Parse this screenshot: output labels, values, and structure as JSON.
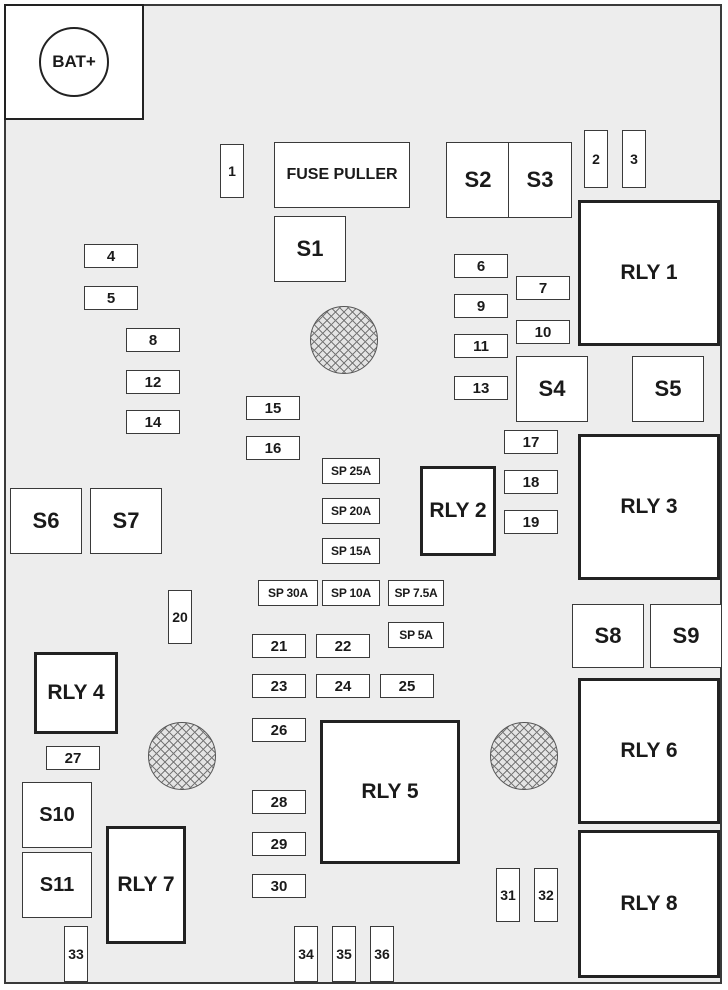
{
  "battery": "BAT+",
  "fuse_puller": "FUSE PULLER",
  "fuses": {
    "f1": "1",
    "f2": "2",
    "f3": "3",
    "f4": "4",
    "f5": "5",
    "f6": "6",
    "f7": "7",
    "f8": "8",
    "f9": "9",
    "f10": "10",
    "f11": "11",
    "f12": "12",
    "f13": "13",
    "f14": "14",
    "f15": "15",
    "f16": "16",
    "f17": "17",
    "f18": "18",
    "f19": "19",
    "f20": "20",
    "f21": "21",
    "f22": "22",
    "f23": "23",
    "f24": "24",
    "f25": "25",
    "f26": "26",
    "f27": "27",
    "f28": "28",
    "f29": "29",
    "f30": "30",
    "f31": "31",
    "f32": "32",
    "f33": "33",
    "f34": "34",
    "f35": "35",
    "f36": "36"
  },
  "spares": {
    "sp25": "SP 25A",
    "sp20": "SP 20A",
    "sp15": "SP 15A",
    "sp30": "SP 30A",
    "sp10": "SP 10A",
    "sp75": "SP 7.5A",
    "sp5": "SP 5A"
  },
  "splices": {
    "s1": "S1",
    "s2": "S2",
    "s3": "S3",
    "s4": "S4",
    "s5": "S5",
    "s6": "S6",
    "s7": "S7",
    "s8": "S8",
    "s9": "S9",
    "s10": "S10",
    "s11": "S11"
  },
  "relays": {
    "r1": "RLY 1",
    "r2": "RLY 2",
    "r3": "RLY 3",
    "r4": "RLY 4",
    "r5": "RLY 5",
    "r6": "RLY 6",
    "r7": "RLY 7",
    "r8": "RLY 8"
  }
}
